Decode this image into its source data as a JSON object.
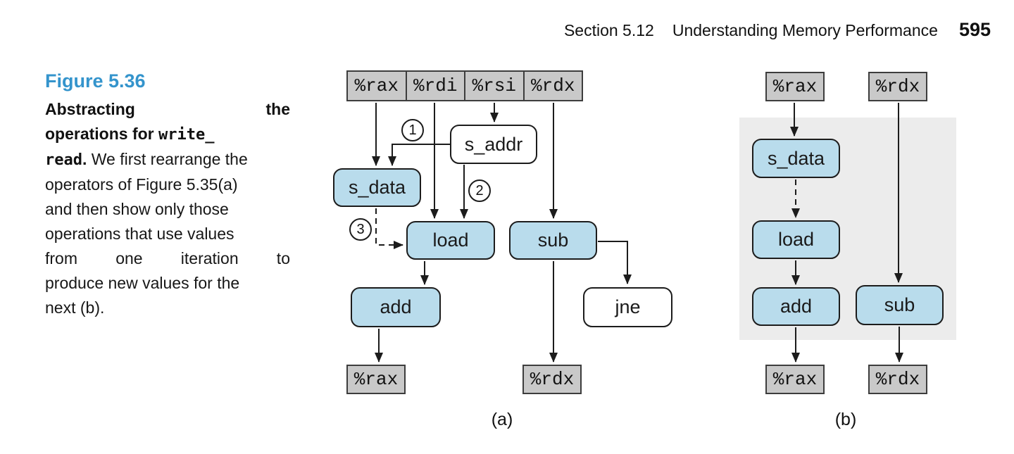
{
  "header": {
    "section": "Section 5.12",
    "title": "Understanding Memory Performance",
    "page_number": "595"
  },
  "caption": {
    "figure_label": "Figure 5.36",
    "line1": "Abstracting the",
    "line2_bold": "operations for ",
    "line2_code": "write_",
    "line3_code": "read",
    "line3_bold": ".",
    "line3_rest": " We first rearrange the",
    "line4": "operators of Figure 5.35(a)",
    "line5": "and then show only those",
    "line6": "operations that use values",
    "line7": "from one iteration to",
    "line8": "produce new values for the",
    "line9": "next (b)."
  },
  "colors": {
    "accent_blue": "#3494cc",
    "node_blue": "#b9dcec",
    "register_gray": "#c9c9c9",
    "shade_gray": "#ececec"
  },
  "diagram_a": {
    "label": "(a)",
    "registers_top": [
      "%rax",
      "%rdi",
      "%rsi",
      "%rdx"
    ],
    "nodes": {
      "s_addr": "s_addr",
      "s_data": "s_data",
      "load": "load",
      "sub": "sub",
      "add": "add",
      "jne": "jne"
    },
    "badges": [
      "1",
      "2",
      "3"
    ],
    "registers_bottom": [
      "%rax",
      "%rdx"
    ]
  },
  "diagram_b": {
    "label": "(b)",
    "registers_top": [
      "%rax",
      "%rdx"
    ],
    "nodes": {
      "s_data": "s_data",
      "load": "load",
      "add": "add",
      "sub": "sub"
    },
    "registers_bottom": [
      "%rax",
      "%rdx"
    ]
  }
}
